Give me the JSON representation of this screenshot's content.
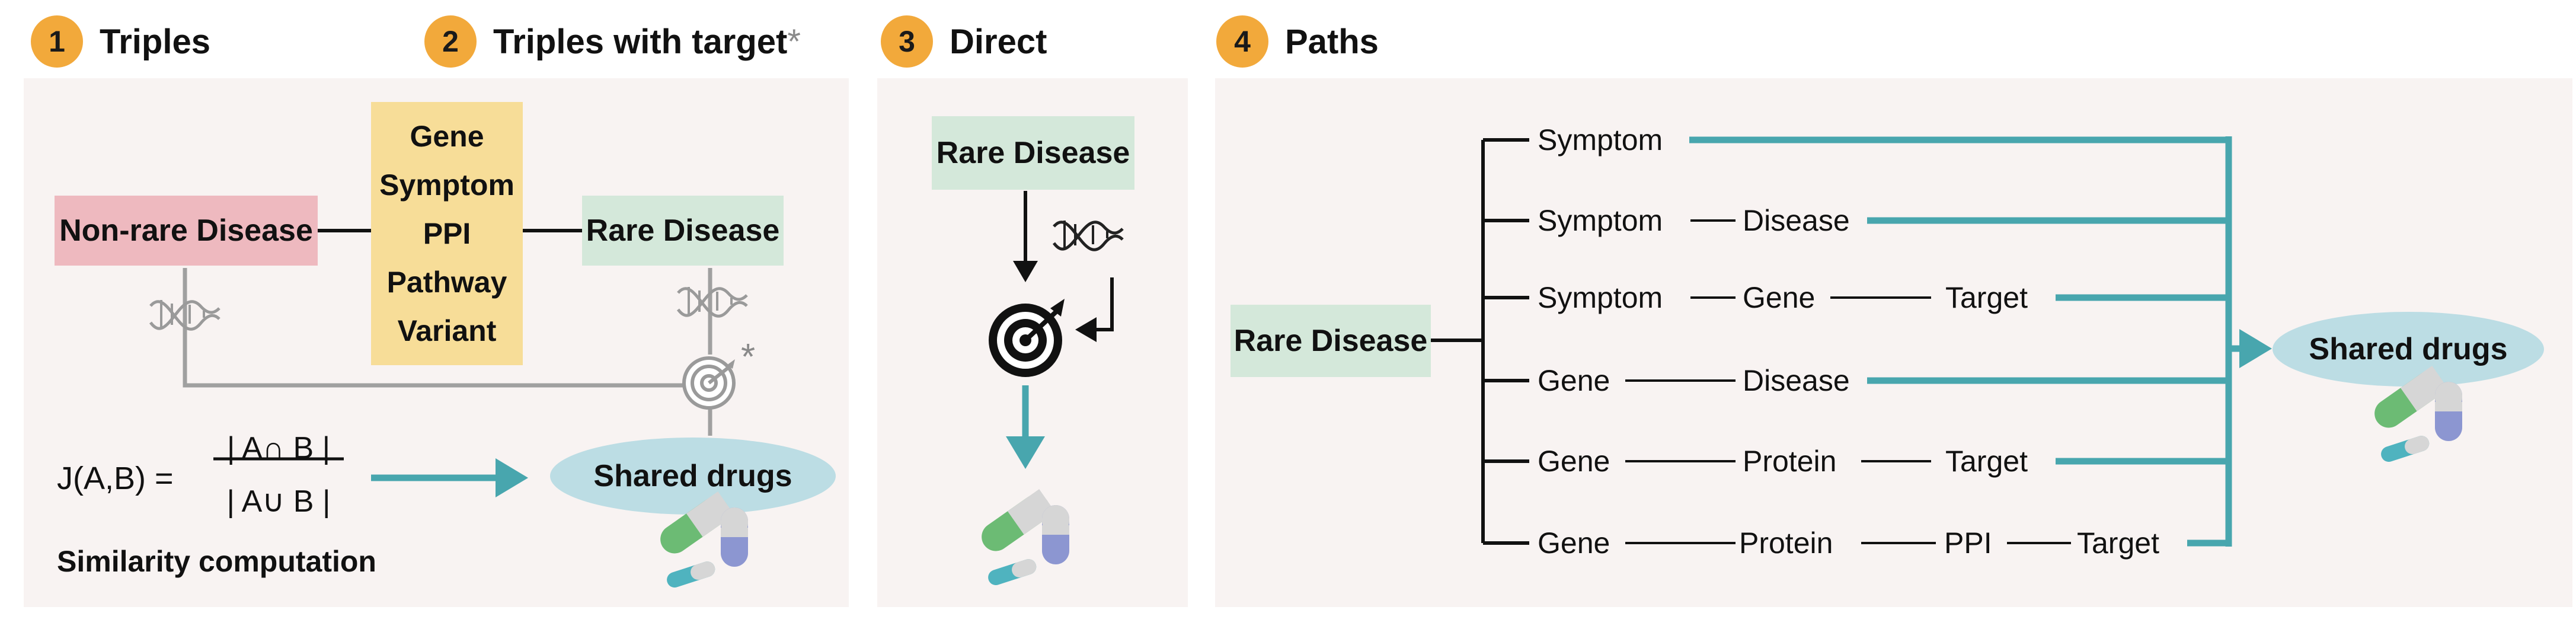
{
  "panels": [
    {
      "number": "1",
      "title": "Triples"
    },
    {
      "number": "2",
      "title": "Triples with target",
      "title_mark": "*"
    },
    {
      "number": "3",
      "title": "Direct"
    },
    {
      "number": "4",
      "title": "Paths"
    }
  ],
  "triples": {
    "left_node": "Non-rare Disease",
    "right_node": "Rare Disease",
    "relations": [
      "Gene",
      "Symptom",
      "PPI",
      "Pathway",
      "Variant"
    ],
    "target_mark": "*",
    "result": "Shared drugs",
    "formula": {
      "lhs": "J(A,B) =",
      "numerator": "| A∩ B |",
      "denominator": "| A∪ B |"
    },
    "caption": "Similarity computation"
  },
  "direct": {
    "node": "Rare Disease"
  },
  "paths": {
    "source": "Rare Disease",
    "result": "Shared drugs",
    "rows": [
      [
        "Symptom"
      ],
      [
        "Symptom",
        "Disease"
      ],
      [
        "Symptom",
        "Gene",
        "Target"
      ],
      [
        "Gene",
        "Disease"
      ],
      [
        "Gene",
        "Protein",
        "Target"
      ],
      [
        "Gene",
        "Protein",
        "PPI",
        "Target"
      ]
    ]
  },
  "colors": {
    "number_badge": "#f2a93b",
    "panel_background": "#f8f3f2",
    "rare_disease_box": "#d4e8da",
    "non_rare_disease_box": "#eeb9bf",
    "relation_box": "#f7dd98",
    "shared_drugs_ellipse": "#bcdde4",
    "teal_arrow": "#48a6ae",
    "gray_line": "#a0a0a0"
  },
  "icons": [
    "dna-icon",
    "target-icon",
    "pills-icon"
  ]
}
